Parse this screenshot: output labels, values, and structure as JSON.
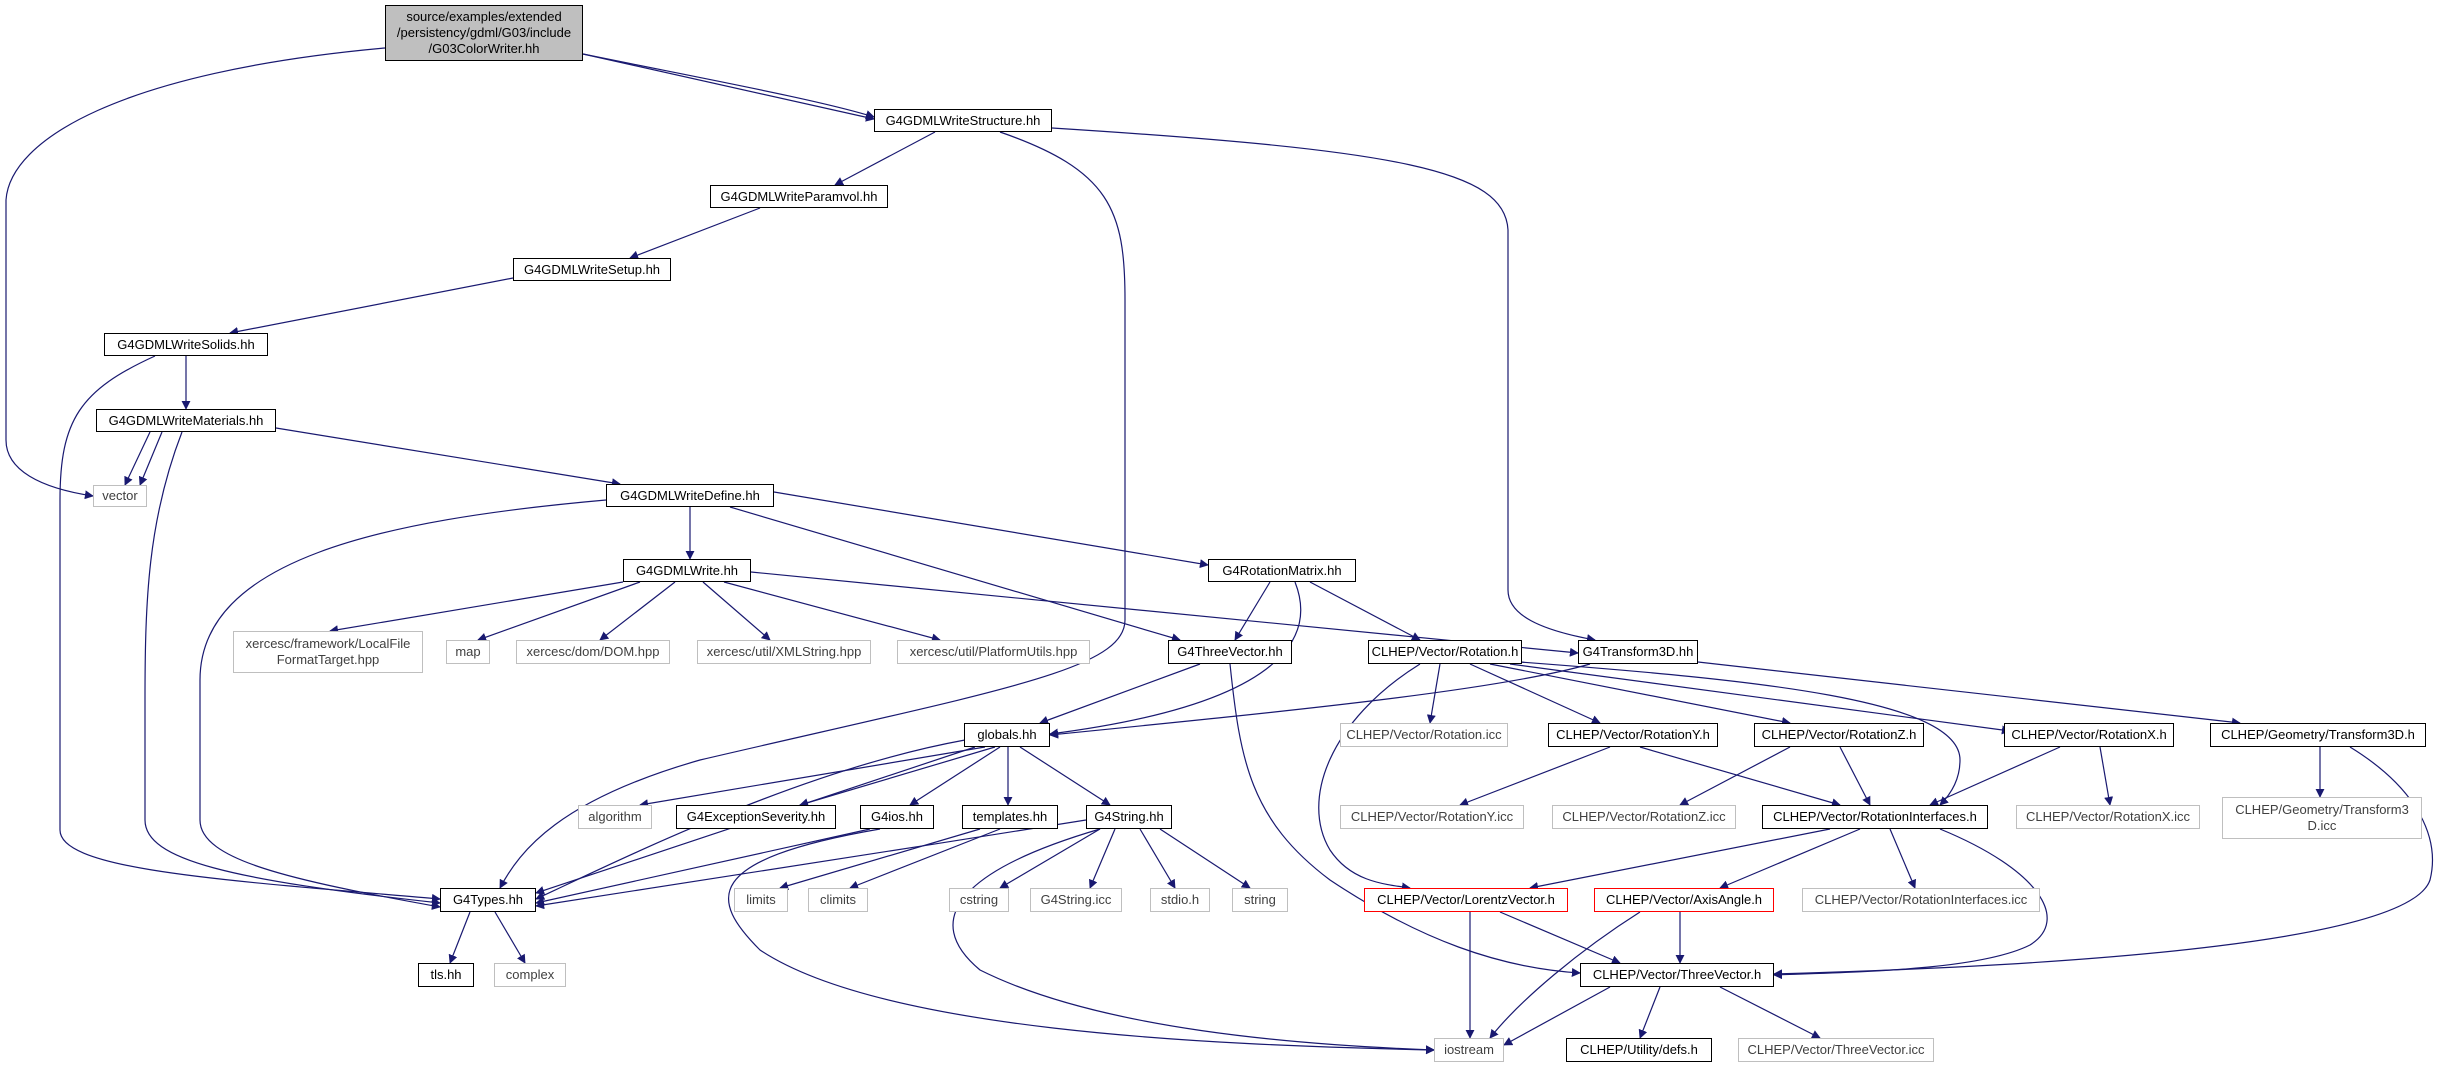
{
  "colors": {
    "edge": "#191970",
    "box_border": "#000000",
    "external_border": "#bfbfbf",
    "missing_border": "#ff0000",
    "root_fill": "#bfbfbf"
  },
  "nodes": {
    "root": [
      "source/examples/extended",
      "/persistency/gdml/G03/include",
      "/G03ColorWriter.hh"
    ],
    "vector": "vector",
    "writestructure": "G4GDMLWriteStructure.hh",
    "writeparamvol": "G4GDMLWriteParamvol.hh",
    "writesetup": "G4GDMLWriteSetup.hh",
    "writesolids": "G4GDMLWriteSolids.hh",
    "writematerials": "G4GDMLWriteMaterials.hh",
    "writedefine": "G4GDMLWriteDefine.hh",
    "write": "G4GDMLWrite.hh",
    "rotationmatrix": "G4RotationMatrix.hh",
    "localfile": [
      "xercesc/framework/LocalFile",
      "FormatTarget.hpp"
    ],
    "map": "map",
    "dom": "xercesc/dom/DOM.hpp",
    "xmlstring": "xercesc/util/XMLString.hpp",
    "platformutils": "xercesc/util/PlatformUtils.hpp",
    "threevector": "G4ThreeVector.hh",
    "clhep_rotation": "CLHEP/Vector/Rotation.h",
    "transform3d": "G4Transform3D.hh",
    "globals": "globals.hh",
    "rotation_icc": "CLHEP/Vector/Rotation.icc",
    "rotationy": "CLHEP/Vector/RotationY.h",
    "rotationz": "CLHEP/Vector/RotationZ.h",
    "rotationx": "CLHEP/Vector/RotationX.h",
    "geom_transform3d": "CLHEP/Geometry/Transform3D.h",
    "algorithm": "algorithm",
    "exceptionseverity": "G4ExceptionSeverity.hh",
    "g4ios": "G4ios.hh",
    "templates": "templates.hh",
    "g4string": "G4String.hh",
    "rotationy_icc": "CLHEP/Vector/RotationY.icc",
    "rotationz_icc": "CLHEP/Vector/RotationZ.icc",
    "rotationinterfaces": "CLHEP/Vector/RotationInterfaces.h",
    "rotationx_icc": "CLHEP/Vector/RotationX.icc",
    "geom_transform3d_icc": [
      "CLHEP/Geometry/Transform3",
      "D.icc"
    ],
    "g4types": "G4Types.hh",
    "limits": "limits",
    "climits": "climits",
    "cstring": "cstring",
    "g4string_icc": "G4String.icc",
    "stdio": "stdio.h",
    "string": "string",
    "lorentzvector": "CLHEP/Vector/LorentzVector.h",
    "axisangle": "CLHEP/Vector/AxisAngle.h",
    "rotationinterfaces_icc": "CLHEP/Vector/RotationInterfaces.icc",
    "tls": "tls.hh",
    "complex": "complex",
    "clhep_threevector": "CLHEP/Vector/ThreeVector.h",
    "iostream": "iostream",
    "defs": "CLHEP/Utility/defs.h",
    "threevector_icc": "CLHEP/Vector/ThreeVector.icc"
  }
}
